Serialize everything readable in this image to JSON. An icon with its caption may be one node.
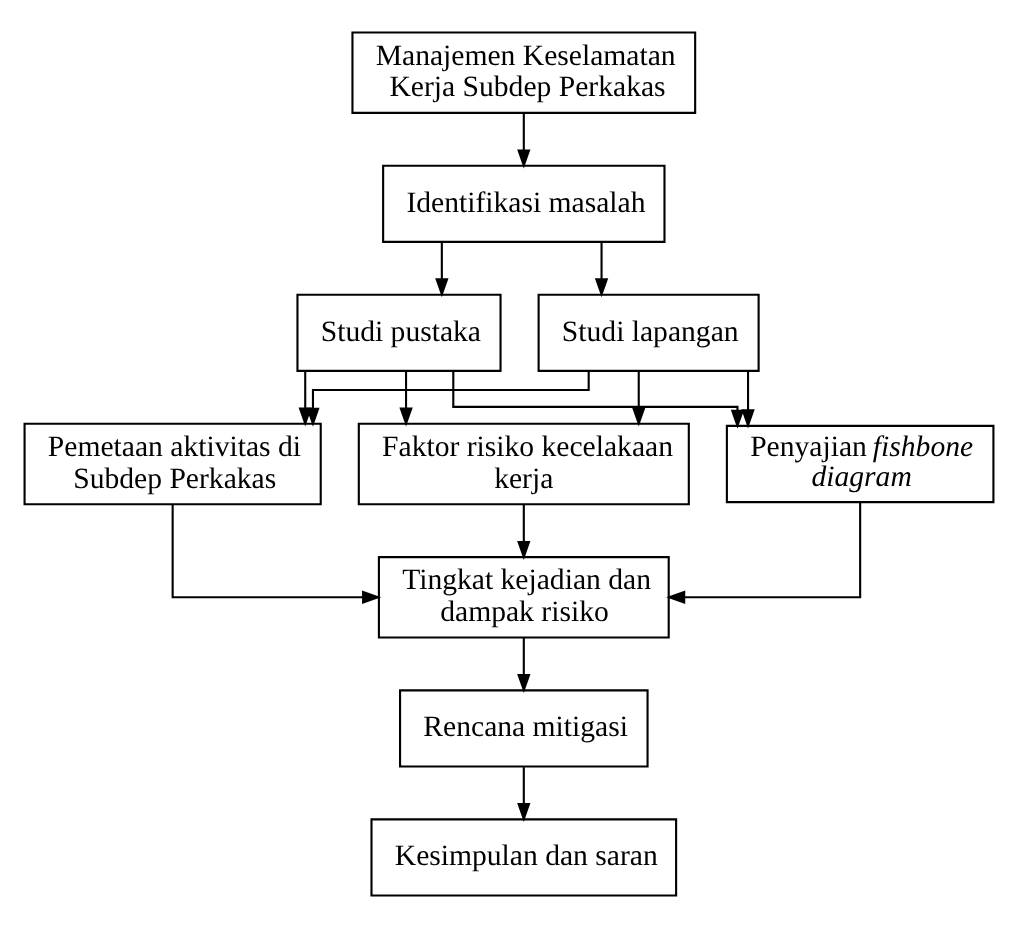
{
  "diagram": {
    "nodes": [
      {
        "text": [
          "Manajemen Keselamatan Kerja Subdep Perkakas"
        ]
      },
      {
        "text": [
          "Identifikasi masalah"
        ]
      },
      {
        "text": [
          "Studi pustaka"
        ]
      },
      {
        "text": [
          "Studi lapangan"
        ]
      },
      {
        "text": [
          "Pemetaan aktivitas di Subdep Perkakas"
        ]
      },
      {
        "text": [
          "Faktor risiko kecelakaan kerja"
        ]
      },
      {
        "text": [
          "Penyajian *fishbone diagram*"
        ]
      },
      {
        "text": [
          "Tingkat kejadian dan dampak risiko"
        ]
      },
      {
        "text": [
          "Rencana mitigasi"
        ]
      },
      {
        "text": [
          "Kesimpulan dan saran"
        ]
      }
    ],
    "edges": [
      {
        "from": 0,
        "to": 1,
        "arrow": "to"
      },
      {
        "from": 1,
        "to": 2,
        "arrow": "to"
      },
      {
        "from": 1,
        "to": 3,
        "arrow": "to"
      },
      {
        "from": 2,
        "to": 4,
        "arrow": "to"
      },
      {
        "from": 2,
        "to": 5,
        "arrow": "to"
      },
      {
        "from": 2,
        "to": 6,
        "arrow": "to"
      },
      {
        "from": 3,
        "to": 4,
        "arrow": "to"
      },
      {
        "from": 3,
        "to": 5,
        "arrow": "to"
      },
      {
        "from": 3,
        "to": 6,
        "arrow": "to"
      },
      {
        "from": 4,
        "to": 7,
        "arrow": "to"
      },
      {
        "from": 5,
        "to": 7,
        "arrow": "to"
      },
      {
        "from": 6,
        "to": 7,
        "arrow": "to"
      },
      {
        "from": 7,
        "to": 8,
        "arrow": "to"
      },
      {
        "from": 8,
        "to": 9,
        "arrow": "to"
      }
    ]
  }
}
